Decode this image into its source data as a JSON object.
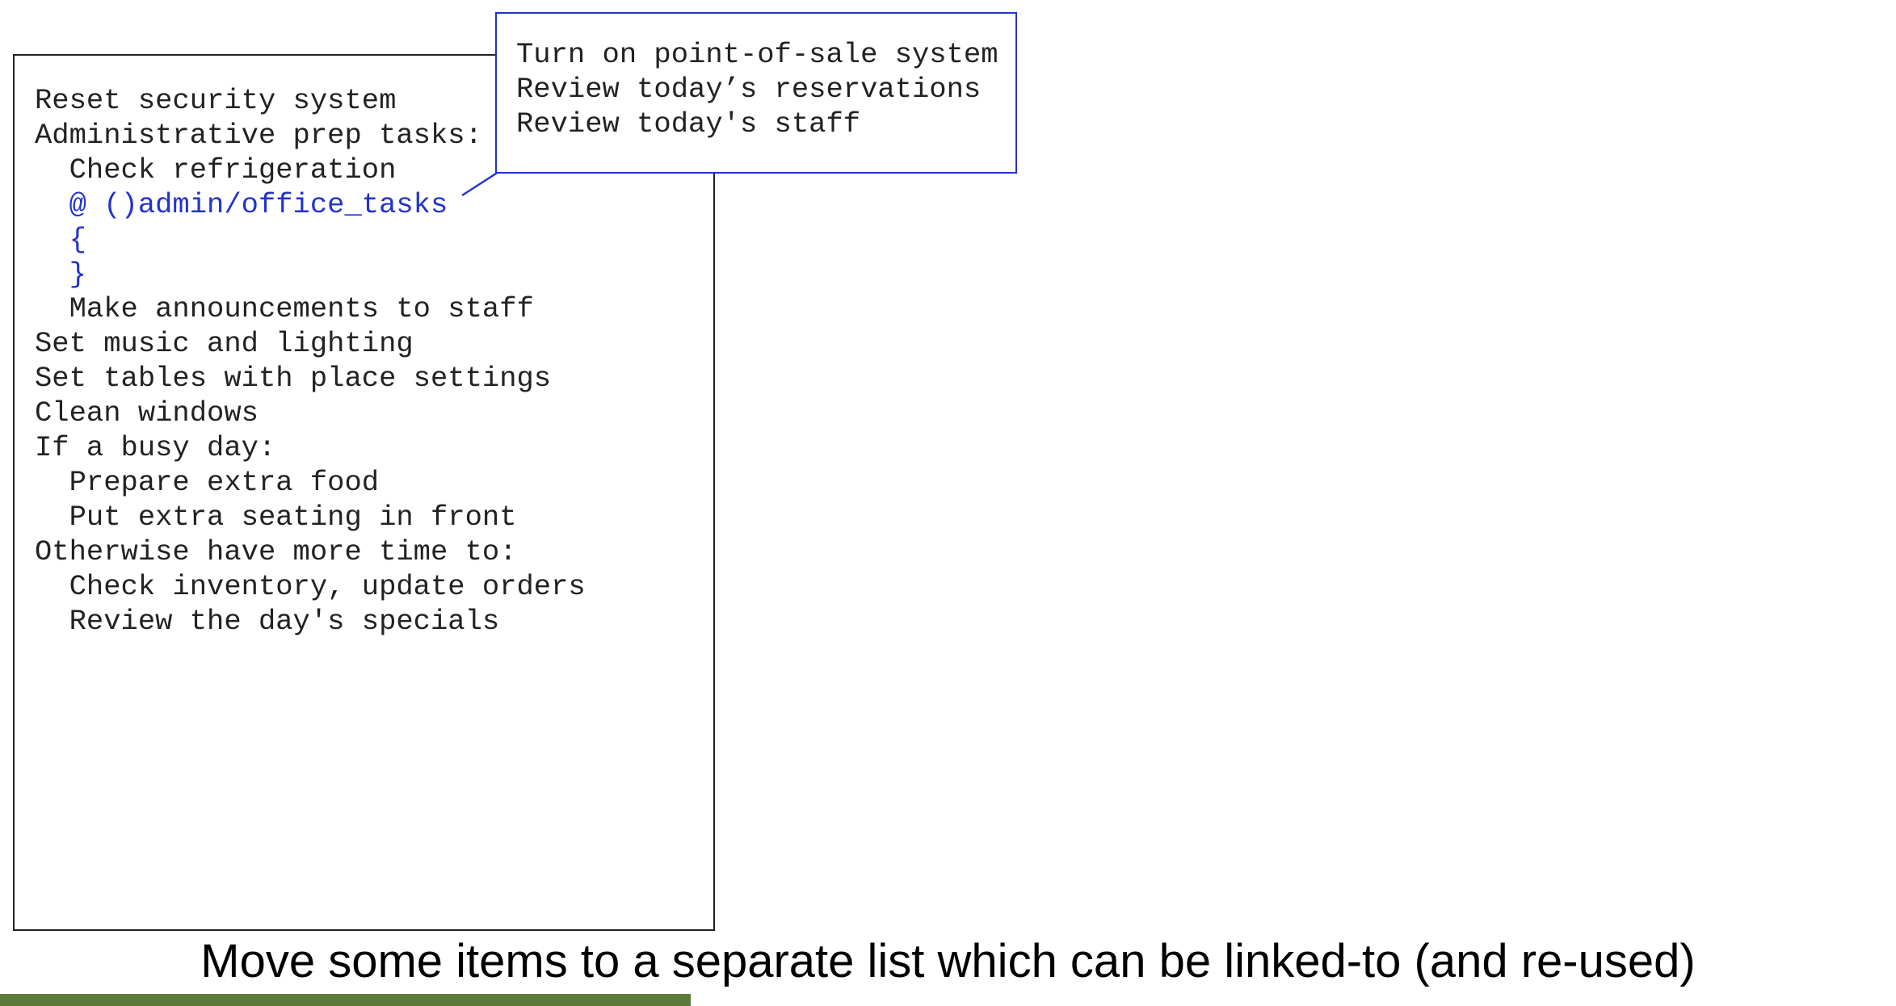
{
  "colors": {
    "link": "#2233cc",
    "text": "#222222",
    "accent_bar": "#5a7a3a"
  },
  "main_list": {
    "lines": [
      "Reset security system",
      "Administrative prep tasks:",
      "  Check refrigeration",
      "  @ ()admin/office_tasks",
      "  {",
      "  }",
      "  Make announcements to staff",
      "Set music and lighting",
      "Set tables with place settings",
      "Clean windows",
      "If a busy day:",
      "  Prepare extra food",
      "  Put extra seating in front",
      "Otherwise have more time to:",
      "  Check inventory, update orders",
      "  Review the day's specials"
    ]
  },
  "linked_list": {
    "lines": [
      "Turn on point-of-sale system",
      "Review today’s reservations",
      "Review today's staff"
    ]
  },
  "caption": "Move some items to a separate list which can be linked-to (and re-used)"
}
